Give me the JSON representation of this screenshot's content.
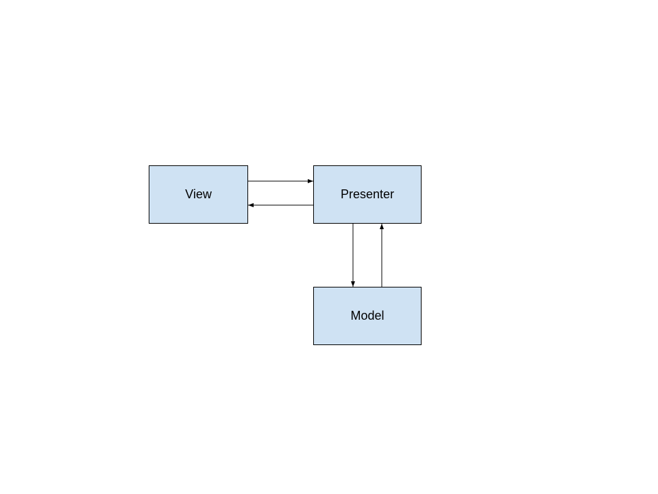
{
  "colors": {
    "box_fill": "#cfe2f3",
    "box_border": "#000000",
    "arrow": "#000000",
    "background": "#ffffff"
  },
  "nodes": {
    "view": {
      "label": "View"
    },
    "presenter": {
      "label": "Presenter"
    },
    "model": {
      "label": "Model"
    }
  },
  "edges": [
    {
      "from": "view",
      "to": "presenter"
    },
    {
      "from": "presenter",
      "to": "view"
    },
    {
      "from": "presenter",
      "to": "model"
    },
    {
      "from": "model",
      "to": "presenter"
    }
  ]
}
